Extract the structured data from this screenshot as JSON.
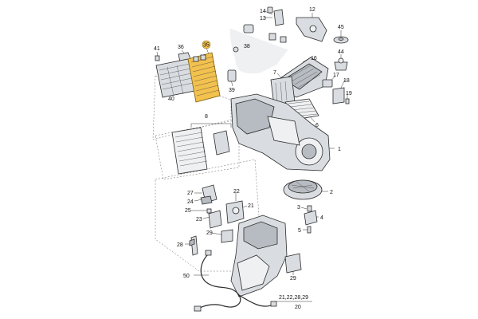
{
  "callouts": {
    "c14": "14",
    "c13": "13",
    "c12": "12",
    "c45": "45",
    "c44": "44",
    "c41": "41",
    "c36": "36",
    "c35": "35",
    "c38": "38",
    "c39": "39",
    "c16": "16",
    "c17": "17",
    "c18": "18",
    "c19": "19",
    "c7": "7",
    "c40": "40",
    "c8": "8",
    "c6": "6",
    "c1": "1",
    "c2": "2",
    "c27": "27",
    "c24": "24",
    "c22": "22",
    "c21": "21",
    "c25": "25",
    "c23": "23",
    "c3": "3",
    "c4": "4",
    "c29a": "29",
    "c5": "5",
    "c28": "28",
    "c50": "50",
    "c29b": "29",
    "group": "21,22,28,29",
    "c20": "20"
  },
  "colors": {
    "highlight": "#f2c14e",
    "part": "#d9dde1",
    "line": "#2b2b2b"
  }
}
